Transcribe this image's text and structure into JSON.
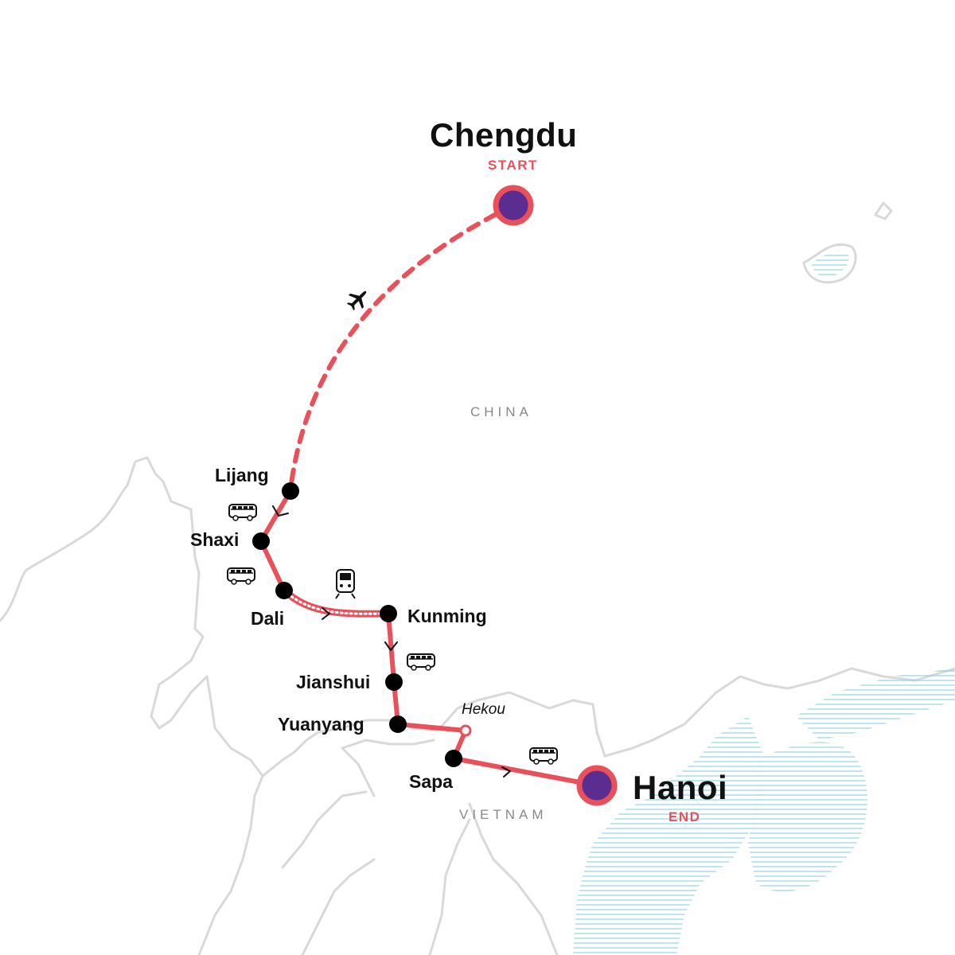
{
  "countries": {
    "china": "CHINA",
    "vietnam": "VIETNAM"
  },
  "start": {
    "name": "Chengdu",
    "tag": "START"
  },
  "end": {
    "name": "Hanoi",
    "tag": "END"
  },
  "stops": {
    "lijang": "Lijang",
    "shaxi": "Shaxi",
    "dali": "Dali",
    "kunming": "Kunming",
    "jianshui": "Jianshui",
    "yuanyang": "Yuanyang",
    "hekou": "Hekou",
    "sapa": "Sapa"
  },
  "transport_icons": [
    "plane-icon",
    "bus-icon",
    "bus-icon",
    "train-icon",
    "bus-icon",
    "bus-icon"
  ],
  "colors": {
    "route": "#e9505a",
    "endpoint_fill": "#5b2d91",
    "stop": "#000000",
    "border": "#d9d9d9",
    "water": "#8fd3e0"
  }
}
